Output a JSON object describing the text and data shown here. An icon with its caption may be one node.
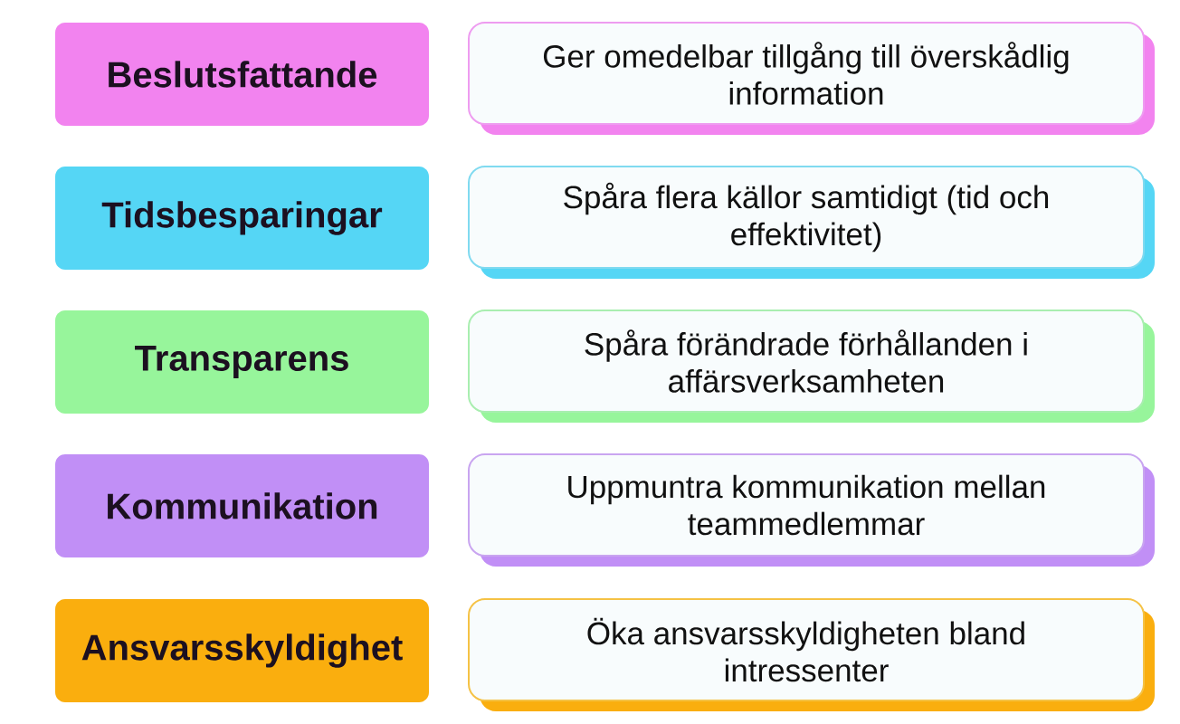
{
  "diagram": {
    "nodes": [
      {
        "text": [
          "Beslutsfattande"
        ]
      },
      {
        "text": [
          "Ger omedelbar tillgång till överskådlig information"
        ]
      },
      {
        "text": [
          "Tidsbesparingar"
        ]
      },
      {
        "text": [
          "Spåra flera källor samtidigt (tid och effektivitet)"
        ]
      },
      {
        "text": [
          "Transparens"
        ]
      },
      {
        "text": [
          "Spåra förändrade förhållanden i affärsverksamheten"
        ]
      },
      {
        "text": [
          "Kommunikation"
        ]
      },
      {
        "text": [
          "Uppmuntra kommunikation mellan teammedlemmar"
        ]
      },
      {
        "text": [
          "Ansvarsskyldighet"
        ]
      },
      {
        "text": [
          "Öka ansvarsskyldigheten bland intressenter"
        ]
      }
    ]
  }
}
